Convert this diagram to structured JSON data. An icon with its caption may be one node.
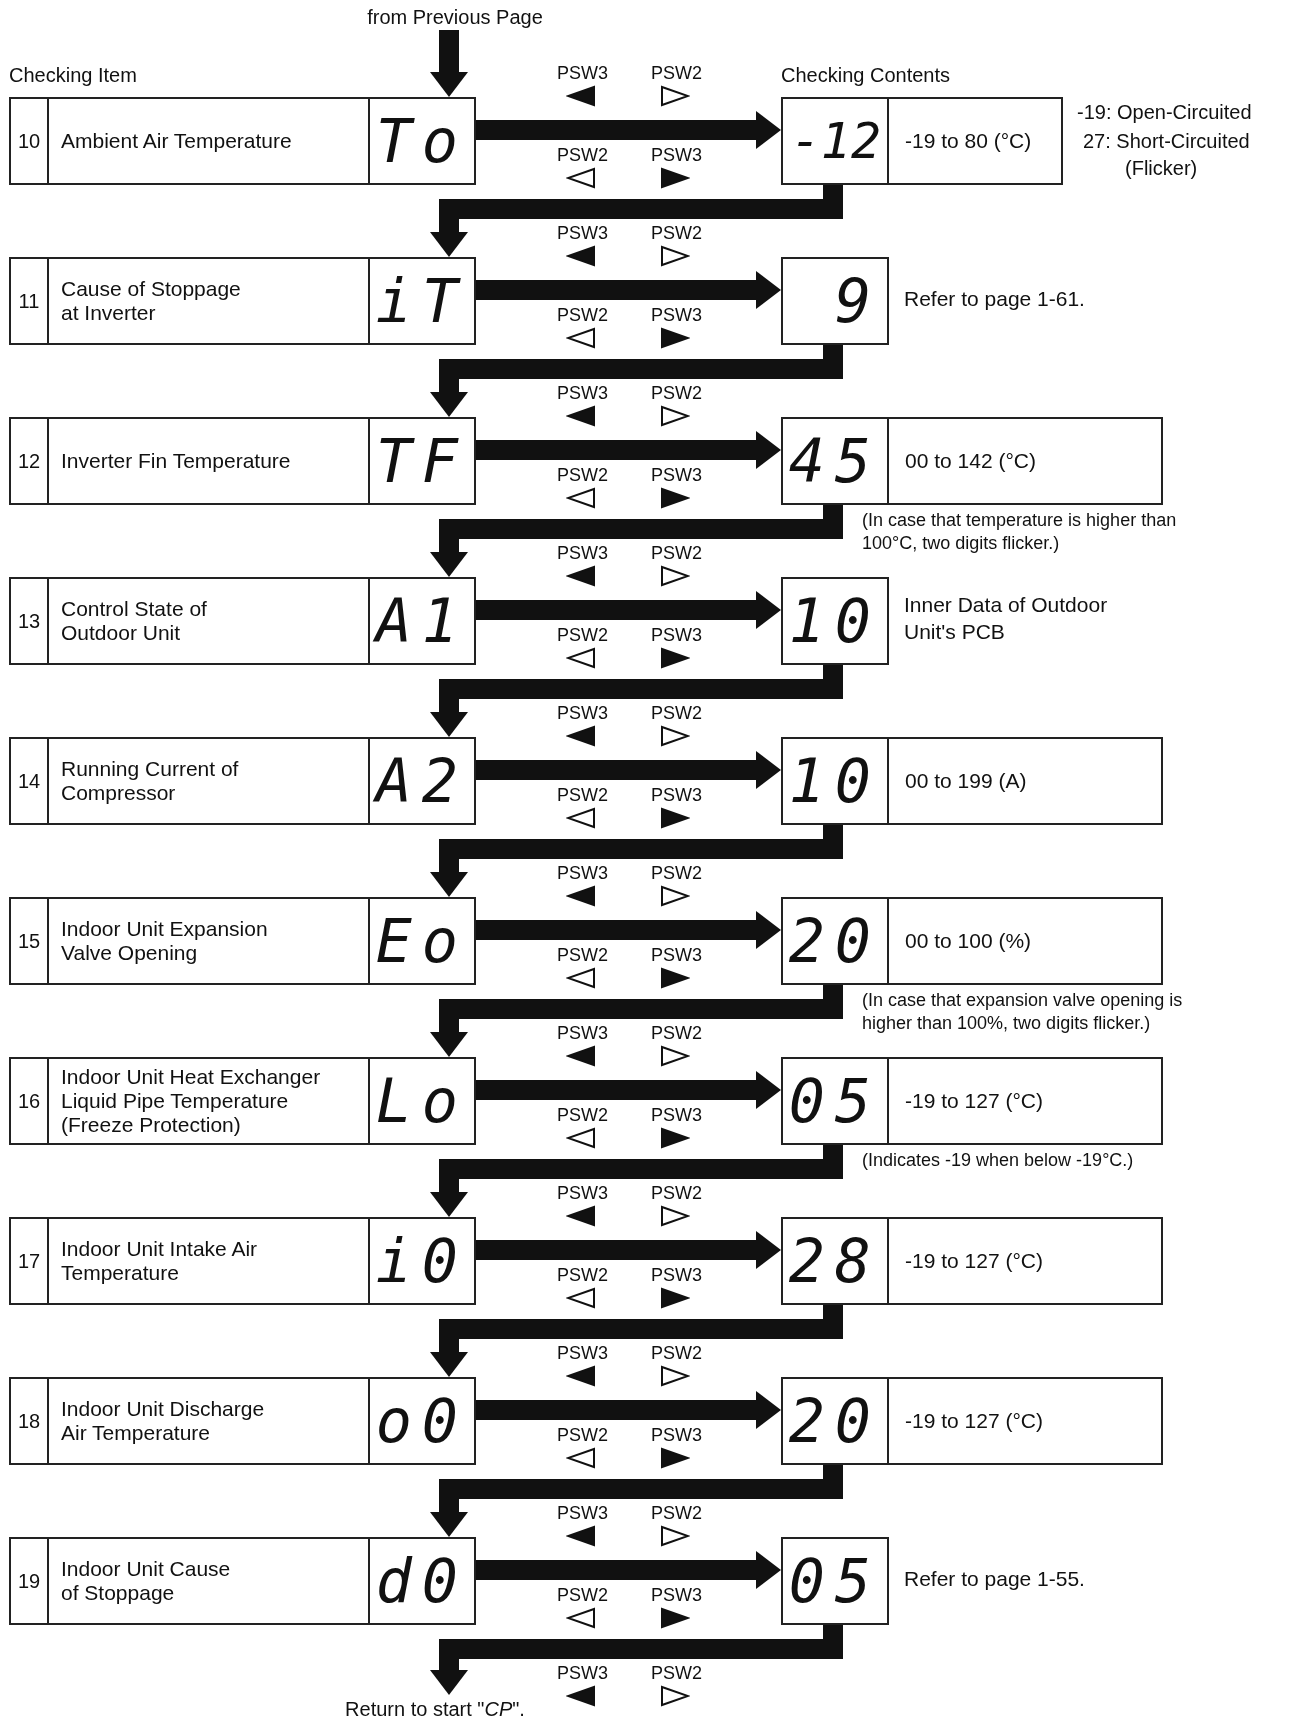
{
  "diagram": {
    "nodes": [
      {
        "text": [
          "from Previous Page"
        ]
      },
      {
        "text": [
          "10"
        ]
      },
      {
        "text": [
          "Ambient Air Temperature"
        ]
      },
      {
        "text": [
          "To"
        ]
      },
      {
        "text": [
          "-12"
        ]
      },
      {
        "text": [
          "-19 to 80 (°C)"
        ],
        "beside": [
          "-19: Open-Circuited",
          "27: Short-Circuited (Flicker)"
        ]
      },
      {
        "text": [
          "11"
        ]
      },
      {
        "text": [
          "Cause of Stoppage at Inverter"
        ]
      },
      {
        "text": [
          "iT"
        ]
      },
      {
        "text": [
          "9"
        ],
        "beside": [
          "Refer to page 1-61."
        ]
      },
      {
        "text": [
          "12"
        ]
      },
      {
        "text": [
          "Inverter Fin Temperature"
        ]
      },
      {
        "text": [
          "TF"
        ]
      },
      {
        "text": [
          "45"
        ]
      },
      {
        "text": [
          "00 to 142 (°C)"
        ],
        "beside": [
          "(In case that temperature is higher than 100°C, two digits flicker.)"
        ]
      },
      {
        "text": [
          "13"
        ]
      },
      {
        "text": [
          "Control State of Outdoor Unit"
        ]
      },
      {
        "text": [
          "A1"
        ]
      },
      {
        "text": [
          "10"
        ],
        "beside": [
          "Inner Data of Outdoor Unit's PCB"
        ]
      },
      {
        "text": [
          "14"
        ]
      },
      {
        "text": [
          "Running Current of Compressor"
        ]
      },
      {
        "text": [
          "A2"
        ]
      },
      {
        "text": [
          "10"
        ]
      },
      {
        "text": [
          "00 to 199 (A)"
        ]
      },
      {
        "text": [
          "15"
        ]
      },
      {
        "text": [
          "Indoor Unit Expansion Valve Opening"
        ]
      },
      {
        "text": [
          "Eo"
        ]
      },
      {
        "text": [
          "20"
        ]
      },
      {
        "text": [
          "00 to 100 (%)"
        ],
        "beside": [
          "(In case that expansion valve opening is higher than 100%, two digits flicker.)"
        ]
      },
      {
        "text": [
          "16"
        ]
      },
      {
        "text": [
          "Indoor Unit Heat Exchanger Liquid Pipe Temperature (Freeze Protection)"
        ]
      },
      {
        "text": [
          "Lo"
        ]
      },
      {
        "text": [
          "05"
        ]
      },
      {
        "text": [
          "-19 to 127 (°C)"
        ],
        "beside": [
          "(Indicates -19 when below -19°C.)"
        ]
      },
      {
        "text": [
          "17"
        ]
      },
      {
        "text": [
          "Indoor Unit Intake Air Temperature"
        ]
      },
      {
        "text": [
          "i0"
        ]
      },
      {
        "text": [
          "28"
        ]
      },
      {
        "text": [
          "-19 to 127 (°C)"
        ]
      },
      {
        "text": [
          "18"
        ]
      },
      {
        "text": [
          "Indoor Unit Discharge Air Temperature"
        ]
      },
      {
        "text": [
          "o0"
        ]
      },
      {
        "text": [
          "20"
        ]
      },
      {
        "text": [
          "-19 to 127 (°C)"
        ]
      },
      {
        "text": [
          "19"
        ]
      },
      {
        "text": [
          "Indoor Unit Cause of Stoppage"
        ]
      },
      {
        "text": [
          "d0"
        ]
      },
      {
        "text": [
          "05"
        ],
        "beside": [
          "Refer to page 1-55."
        ]
      },
      {
        "text": [
          "Return to start \"*CP*\"."
        ]
      }
    ],
    "edges": [
      {
        "from": 0,
        "to": 3,
        "arrow": "to"
      },
      {
        "from": 3,
        "to": 4,
        "arrow": "to"
      },
      {
        "from": 4,
        "to": 8,
        "arrow": "to"
      },
      {
        "from": 8,
        "to": 9,
        "arrow": "to"
      },
      {
        "from": 9,
        "to": 12,
        "arrow": "to"
      },
      {
        "from": 12,
        "to": 13,
        "arrow": "to"
      },
      {
        "from": 13,
        "to": 17,
        "arrow": "to"
      },
      {
        "from": 17,
        "to": 18,
        "arrow": "to"
      },
      {
        "from": 18,
        "to": 21,
        "arrow": "to"
      },
      {
        "from": 21,
        "to": 22,
        "arrow": "to"
      },
      {
        "from": 22,
        "to": 26,
        "arrow": "to"
      },
      {
        "from": 26,
        "to": 27,
        "arrow": "to"
      },
      {
        "from": 27,
        "to": 31,
        "arrow": "to"
      },
      {
        "from": 31,
        "to": 32,
        "arrow": "to"
      },
      {
        "from": 32,
        "to": 36,
        "arrow": "to"
      },
      {
        "from": 36,
        "to": 37,
        "arrow": "to"
      },
      {
        "from": 37,
        "to": 41,
        "arrow": "to"
      },
      {
        "from": 41,
        "to": 42,
        "arrow": "to"
      },
      {
        "from": 42,
        "to": 46,
        "arrow": "to"
      },
      {
        "from": 46,
        "to": 47,
        "arrow": "to"
      },
      {
        "from": 47,
        "to": 48,
        "arrow": "to"
      }
    ],
    "labels": [
      "Checking Item",
      "Checking Contents",
      "PSW3",
      "PSW2",
      "PSW2",
      "PSW3",
      "PSW3",
      "PSW2",
      "PSW2",
      "PSW3",
      "PSW3",
      "PSW2",
      "PSW2",
      "PSW3",
      "PSW3",
      "PSW2",
      "PSW2",
      "PSW3",
      "PSW3",
      "PSW2",
      "PSW2",
      "PSW3",
      "PSW3",
      "PSW2",
      "PSW2",
      "PSW3",
      "PSW3",
      "PSW2",
      "PSW2",
      "PSW3",
      "PSW3",
      "PSW2",
      "PSW2",
      "PSW3",
      "PSW3",
      "PSW2",
      "PSW2",
      "PSW3",
      "PSW3",
      "PSW2",
      "PSW2",
      "PSW3",
      "PSW3",
      "PSW2"
    ]
  }
}
